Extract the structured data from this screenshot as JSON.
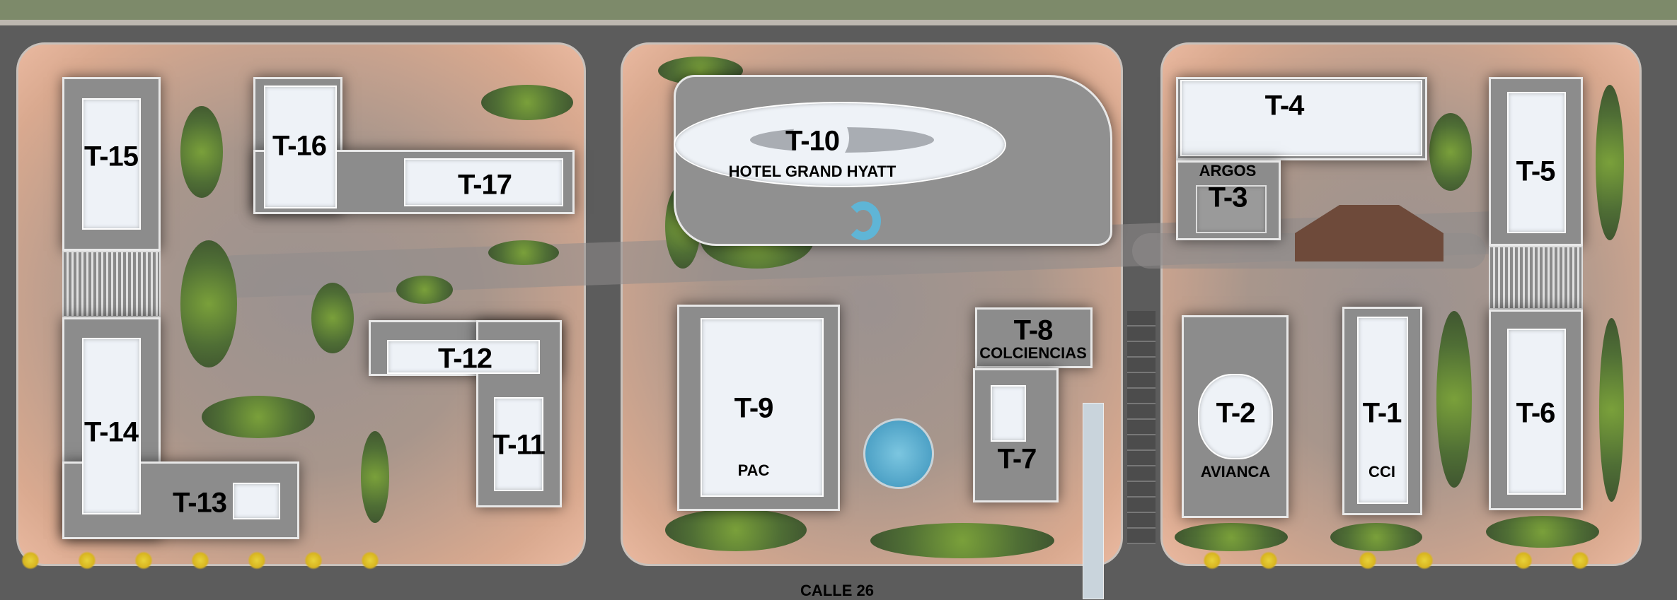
{
  "map": {
    "street": "CALLE 26",
    "buildings": [
      {
        "id": "T-1",
        "name": "CCI"
      },
      {
        "id": "T-2",
        "name": "AVIANCA"
      },
      {
        "id": "T-3",
        "name": "ARGOS"
      },
      {
        "id": "T-4",
        "name": ""
      },
      {
        "id": "T-5",
        "name": ""
      },
      {
        "id": "T-6",
        "name": ""
      },
      {
        "id": "T-7",
        "name": ""
      },
      {
        "id": "T-8",
        "name": "COLCIENCIAS"
      },
      {
        "id": "T-9",
        "name": "PAC"
      },
      {
        "id": "T-10",
        "name": "HOTEL GRAND HYATT"
      },
      {
        "id": "T-11",
        "name": ""
      },
      {
        "id": "T-12",
        "name": ""
      },
      {
        "id": "T-13",
        "name": ""
      },
      {
        "id": "T-14",
        "name": ""
      },
      {
        "id": "T-15",
        "name": ""
      },
      {
        "id": "T-16",
        "name": ""
      },
      {
        "id": "T-17",
        "name": ""
      }
    ],
    "colors": {
      "road": "#5c5c5c",
      "roof": "#eef2f7",
      "building": "#8c8c8c",
      "paving": "#eab9a0",
      "water": "#4aa3c8"
    }
  }
}
